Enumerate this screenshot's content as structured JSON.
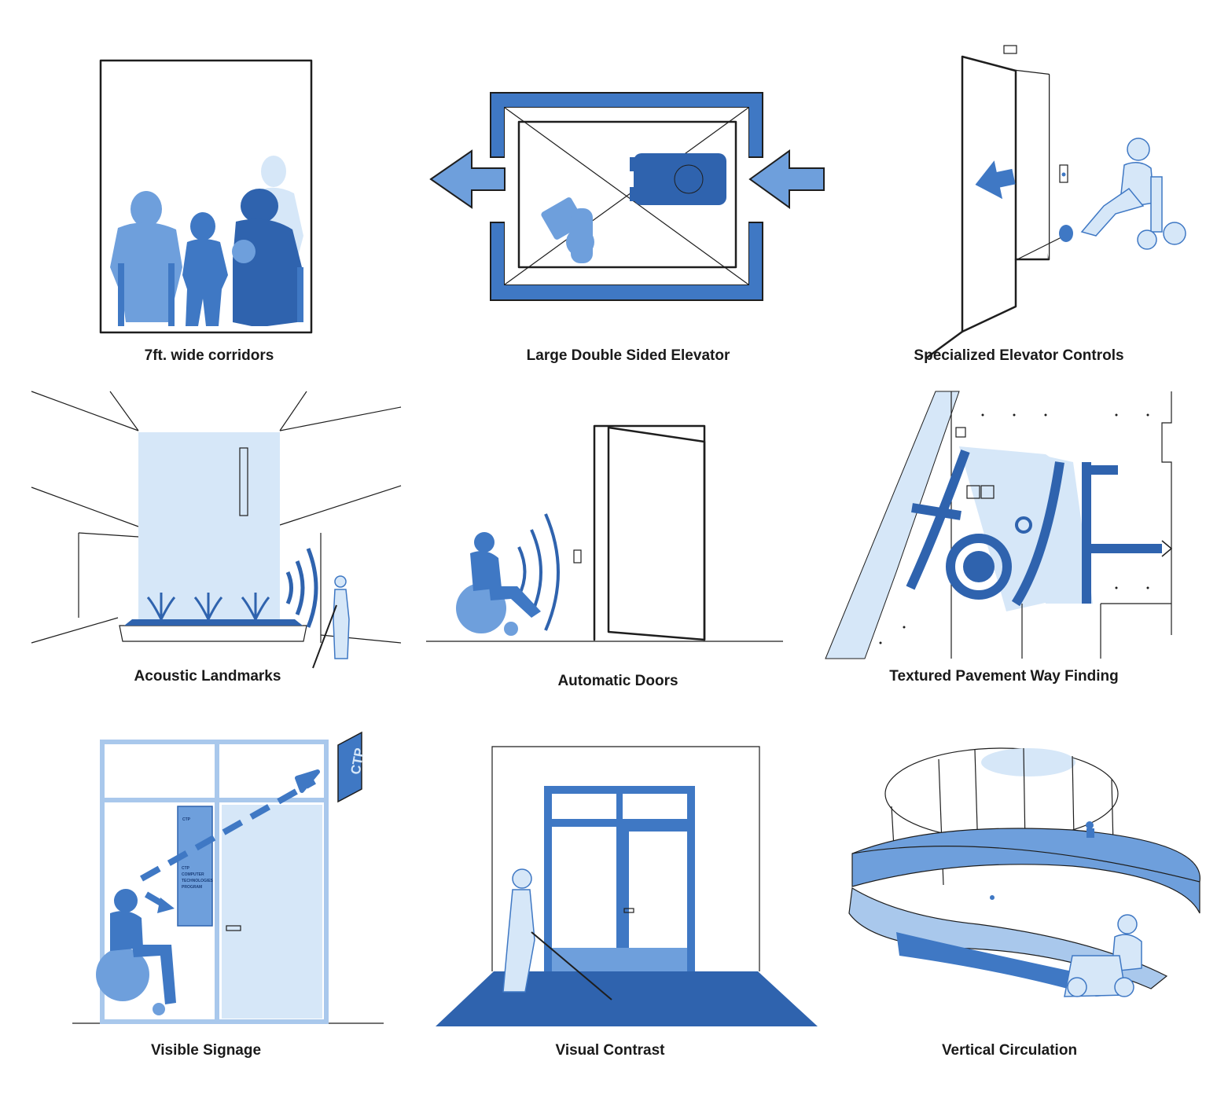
{
  "colors": {
    "pale": "#d6e7f8",
    "light": "#a9c8ec",
    "mid": "#6e9fdc",
    "strong": "#3f78c4",
    "dark": "#2f63ae",
    "ink": "#1e1e1e"
  },
  "panels": [
    {
      "id": "corridors",
      "caption": "7ft. wide corridors"
    },
    {
      "id": "elevator",
      "caption": "Large Double Sided Elevator"
    },
    {
      "id": "controls",
      "caption": "Specialized Elevator Controls"
    },
    {
      "id": "acoustic",
      "caption": "Acoustic Landmarks"
    },
    {
      "id": "doors",
      "caption": "Automatic Doors"
    },
    {
      "id": "pavement",
      "caption": "Textured Pavement Way Finding"
    },
    {
      "id": "signage",
      "caption": "Visible Signage"
    },
    {
      "id": "contrast",
      "caption": "Visual Contrast"
    },
    {
      "id": "vertical",
      "caption": "Vertical Circulation"
    }
  ],
  "signage": {
    "sign_text": "CTP",
    "board_top": "CTP",
    "board_lines": [
      "CTP",
      "COMPUTER",
      "TECHNOLOGIES",
      "PROGRAM"
    ]
  }
}
